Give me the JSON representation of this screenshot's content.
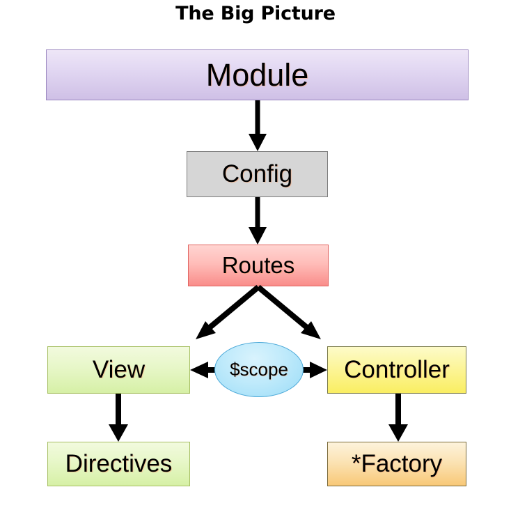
{
  "title": "The Big Picture",
  "nodes": {
    "module": {
      "label": "Module",
      "shape": "rectangle",
      "fill": "#e3d9f3",
      "border": "#9a86bf"
    },
    "config": {
      "label": "Config",
      "shape": "rectangle",
      "fill": "#d6d6d6",
      "border": "#7c7c7c"
    },
    "routes": {
      "label": "Routes",
      "shape": "rectangle",
      "fill": "#ffbdb9",
      "border": "#e0625f"
    },
    "view": {
      "label": "View",
      "shape": "rectangle",
      "fill": "#e7f7c8",
      "border": "#a6bf62"
    },
    "scope": {
      "label": "$scope",
      "shape": "ellipse",
      "fill": "#bfeafb",
      "border": "#4aa8d8"
    },
    "controller": {
      "label": "Controller",
      "shape": "rectangle",
      "fill": "#fcf59a",
      "border": "#7a7a4a"
    },
    "directives": {
      "label": "Directives",
      "shape": "rectangle",
      "fill": "#e7f7c8",
      "border": "#a6bf62"
    },
    "factory": {
      "label": "*Factory",
      "shape": "rectangle",
      "fill": "#fbe3b4",
      "border": "#7a6a3a"
    }
  },
  "edges": [
    {
      "from": "module",
      "to": "config",
      "direction": "down",
      "style": "solid",
      "color": "#000000"
    },
    {
      "from": "config",
      "to": "routes",
      "direction": "down",
      "style": "solid",
      "color": "#000000"
    },
    {
      "from": "routes",
      "to": "view",
      "direction": "down-left",
      "style": "solid",
      "color": "#000000"
    },
    {
      "from": "routes",
      "to": "controller",
      "direction": "down-right",
      "style": "solid",
      "color": "#000000"
    },
    {
      "from": "scope",
      "to": "view",
      "direction": "left",
      "style": "solid",
      "color": "#000000"
    },
    {
      "from": "scope",
      "to": "controller",
      "direction": "right",
      "style": "solid",
      "color": "#000000"
    },
    {
      "from": "view",
      "to": "directives",
      "direction": "down",
      "style": "solid",
      "color": "#000000"
    },
    {
      "from": "controller",
      "to": "factory",
      "direction": "down",
      "style": "solid",
      "color": "#000000"
    }
  ],
  "colors": {
    "background": "#ffffff",
    "text": "#000000",
    "arrow": "#000000"
  }
}
